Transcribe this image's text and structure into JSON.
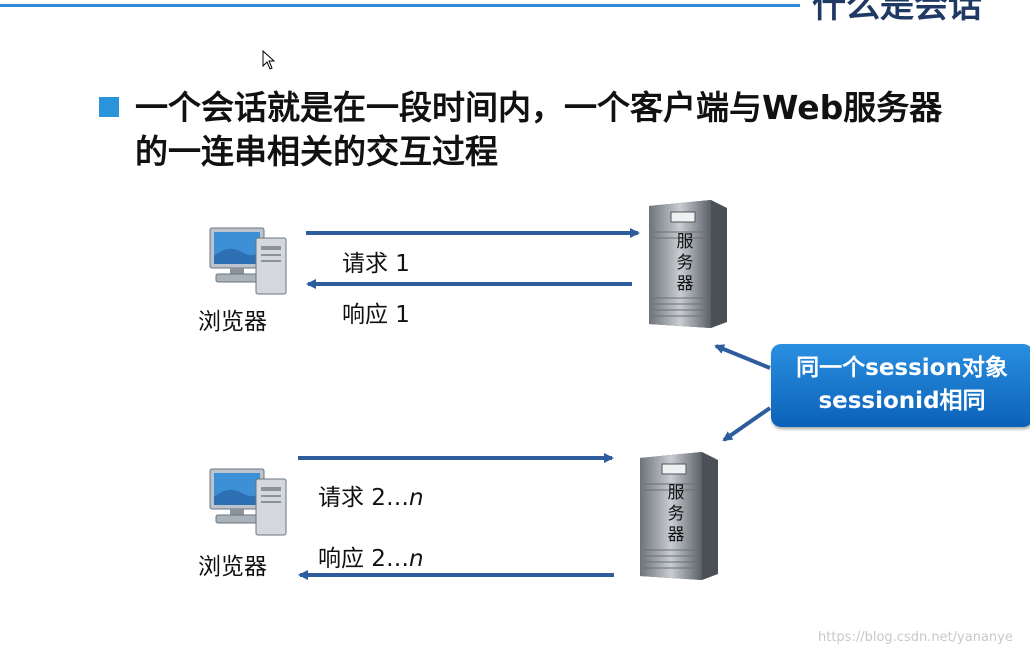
{
  "slide": {
    "title": "什么是会话",
    "heading": "一个会话就是在一段时间内，一个客户端与Web服务器的一连串相关的交互过程"
  },
  "row1": {
    "browser_label": "浏览器",
    "request_label": "请求 1",
    "response_label": "响应 1",
    "server_label": "服务器"
  },
  "row2": {
    "browser_label": "浏览器",
    "request_prefix": "请求 2…",
    "request_italic": "n",
    "response_prefix": "响应 2…",
    "response_italic": "n",
    "server_label": "服务器"
  },
  "callout": {
    "line1": "同一个session对象",
    "line2": "sessionid相同"
  },
  "watermark": "https://blog.csdn.net/yananye",
  "colors": {
    "accent": "#2b93d9",
    "arrow": "#2e5d9e",
    "title": "#1f3864",
    "callout": "#1577cf"
  },
  "icons": [
    "computer-icon",
    "server-icon",
    "arrow-icon",
    "cursor-icon"
  ]
}
